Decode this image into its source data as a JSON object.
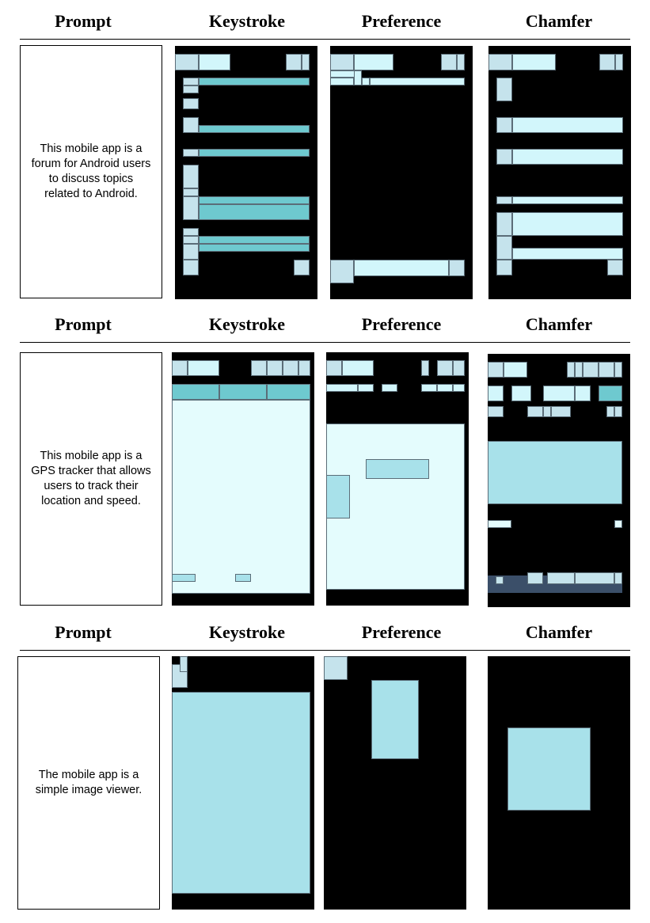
{
  "columns": [
    "Prompt",
    "Keystroke",
    "Preference",
    "Chamfer"
  ],
  "rows": [
    {
      "prompt": "This mobile app is a forum for Android users to discuss topics related to Android."
    },
    {
      "prompt": "This mobile app is a GPS tracker that allows users to track their location and speed."
    },
    {
      "prompt": "The mobile app is a simple image viewer."
    }
  ],
  "colors": {
    "screen_bg": "#000000",
    "light_gray_blue": "#c5e3ec",
    "pale_cyan": "#d2f6fb",
    "teal": "#6ec9cf",
    "near_white_cyan": "#e4fcfd",
    "light_blue": "#a8e1ea",
    "dark_slate": "#3b4f69"
  }
}
